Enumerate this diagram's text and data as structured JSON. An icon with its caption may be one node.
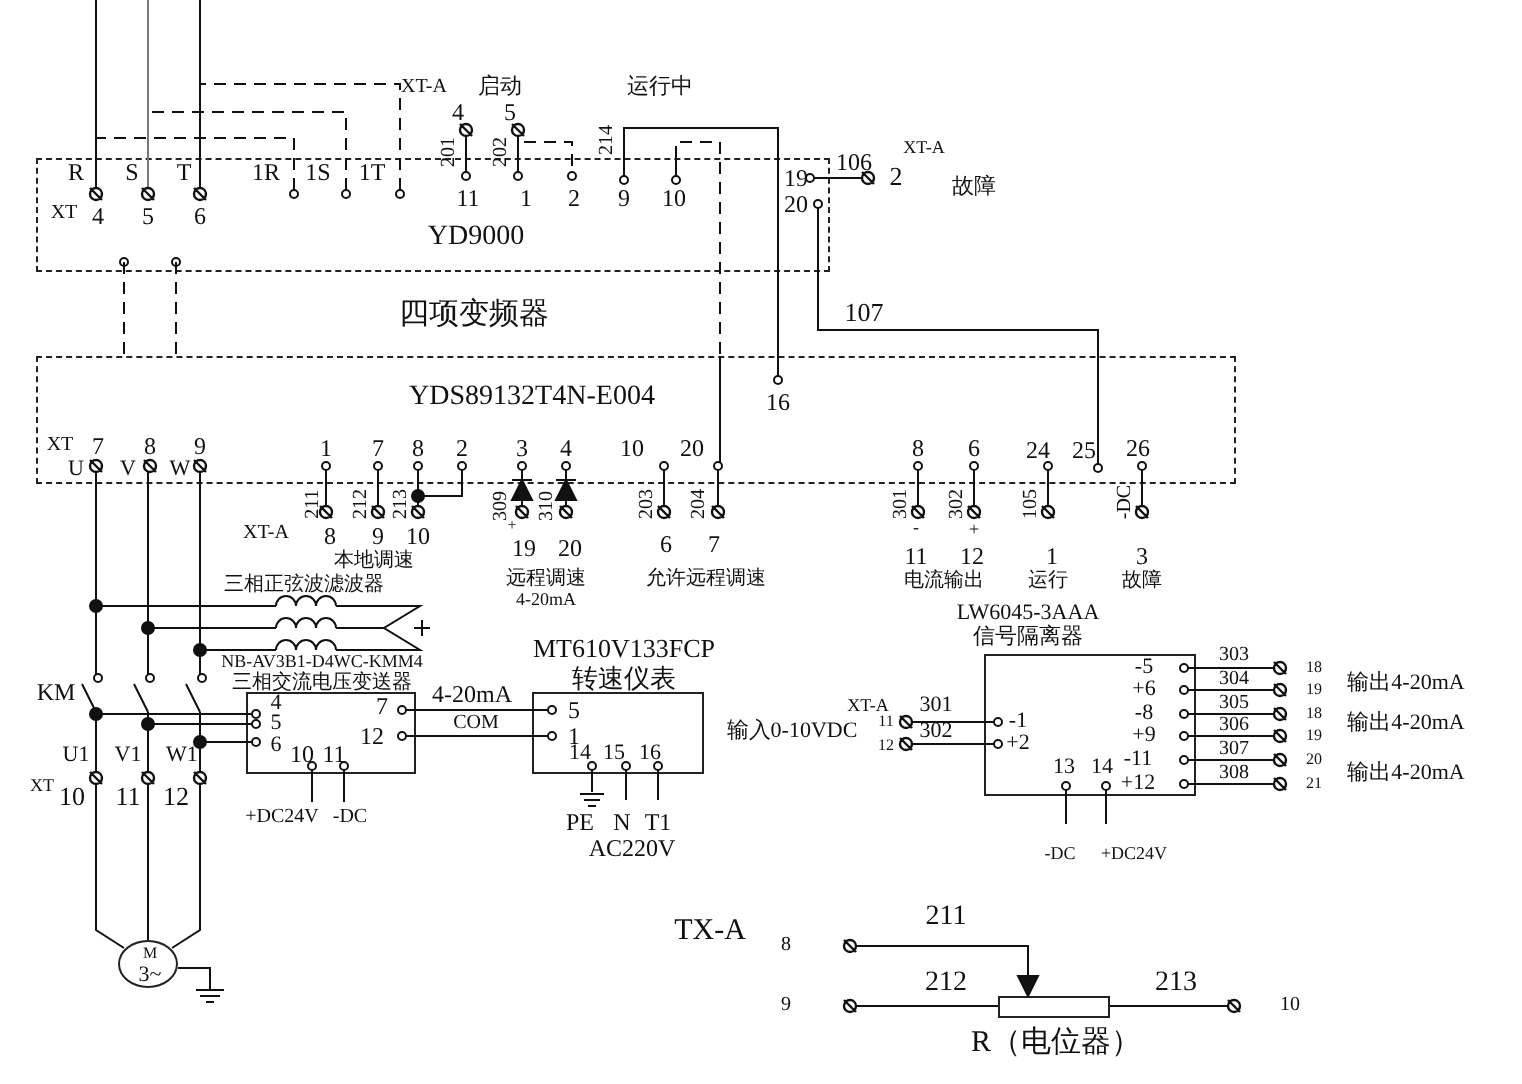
{
  "diagram": {
    "nodes": [
      {
        "text": [
          "YD9000"
        ]
      },
      {
        "text": [
          "YDS89132T4N-E004"
        ]
      },
      {
        "text": [
          "NB-AV3B1-D4WC-KMM4",
          "三相交流电压变送器"
        ]
      },
      {
        "text": [
          "MT610V133FCP",
          "转速仪表"
        ]
      },
      {
        "text": [
          "LW6045-3AAA",
          "信号隔离器"
        ]
      },
      {
        "text": [
          "M",
          "3~"
        ]
      },
      {
        "text": [
          "R（电位器）"
        ]
      }
    ],
    "edges": [
      {
        "from": 0,
        "to": 1,
        "arrow": "other",
        "style": "dashed"
      },
      {
        "from": 0,
        "to": 1,
        "arrow": "other",
        "style": "dashed"
      },
      {
        "from": 0,
        "to": 1,
        "arrow": "none",
        "label": "214"
      },
      {
        "from": 0,
        "to": 1,
        "arrow": "none",
        "style": "dashed"
      },
      {
        "from": 0,
        "to": 1,
        "arrow": "none",
        "label": "107"
      },
      {
        "from": 2,
        "to": 3,
        "arrow": "none",
        "label": "4-20mA"
      },
      {
        "from": 2,
        "to": 3,
        "arrow": "none",
        "label": "COM"
      }
    ],
    "labels": [
      "XT-A",
      "启动",
      "运行中",
      "4",
      "5",
      "201",
      "202",
      "R",
      "S",
      "T",
      "1R",
      "1S",
      "1T",
      "11",
      "1",
      "2",
      "9",
      "10",
      "19",
      "20",
      "106",
      "2",
      "XT-A",
      "故障",
      "XT",
      "4",
      "5",
      "6",
      "四项变频器",
      "16",
      "XT",
      "7",
      "8",
      "9",
      "U",
      "V",
      "W",
      "1",
      "7",
      "8",
      "2",
      "3",
      "4",
      "10",
      "20",
      "8",
      "6",
      "24",
      "25",
      "26",
      "211",
      "212",
      "213",
      "309",
      "310",
      "203",
      "204",
      "301",
      "302",
      "105",
      "-DC",
      "XT-A",
      "8",
      "9",
      "10",
      "+",
      "19",
      "20",
      "6",
      "7",
      "-",
      "+",
      "本地调速",
      "11",
      "12",
      "1",
      "3",
      "三相正弦波滤波器",
      "远程调速",
      "4-20mA",
      "允许远程调速",
      "电流输出",
      "运行",
      "故障",
      "KM",
      "4",
      "5",
      "6",
      "7",
      "12",
      "10",
      "11",
      "5",
      "1",
      "14",
      "15",
      "16",
      "输入0-10VDC",
      "XT-A",
      "11",
      "12",
      "301",
      "302",
      "-1",
      "+2",
      "13",
      "14",
      "-5",
      "+6",
      "-8",
      "+9",
      "-11",
      "+12",
      "303",
      "304",
      "305",
      "306",
      "307",
      "308",
      "18",
      "19",
      "18",
      "19",
      "20",
      "21",
      "输出4-20mA",
      "输出4-20mA",
      "输出4-20mA",
      "-DC",
      "+DC24V",
      "U1",
      "V1",
      "W1",
      "XT",
      "10",
      "11",
      "12",
      "+DC24V",
      "-DC",
      "PE",
      "N",
      "T1",
      "AC220V",
      "TX-A",
      "8",
      "9",
      "211",
      "212",
      "213",
      "10"
    ]
  }
}
